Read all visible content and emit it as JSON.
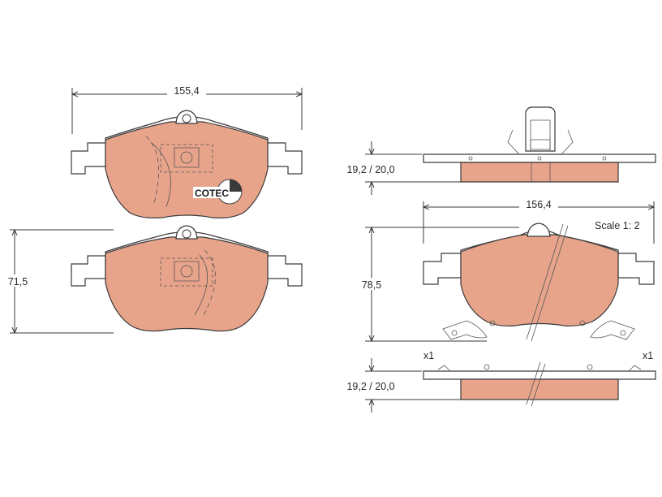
{
  "dimensions": {
    "width_top": "155,4",
    "height_left": "71,5",
    "thickness_top": "19,2 / 20,0",
    "width_right": "156,4",
    "height_right": "78,5",
    "thickness_bottom": "19,2 / 20,0"
  },
  "scale_label": "Scale 1: 2",
  "quantity_left": "x1",
  "quantity_right": "x1",
  "logo_text": "COTEC",
  "colors": {
    "pad_fill": "#e8a48b",
    "outline": "#3a3a3a"
  }
}
